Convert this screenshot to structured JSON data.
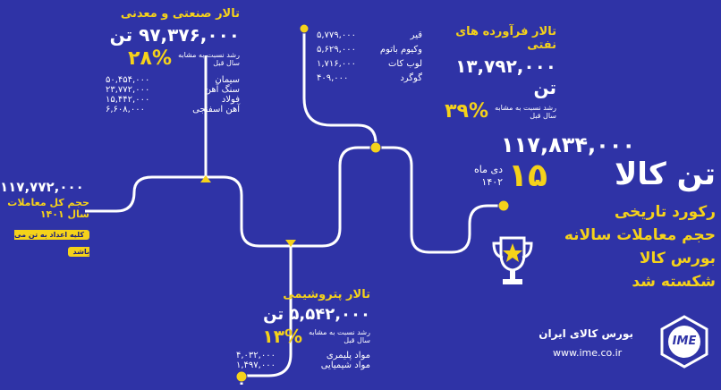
{
  "colors": {
    "background": "#2f33a6",
    "accent": "#f5d21a",
    "text": "#ffffff"
  },
  "icons": {
    "trophy": "trophy-icon",
    "logo": "ime-logo-icon"
  },
  "hall_industrial": {
    "title": "تالار صنعتی و معدنی",
    "amount": "۹۷,۳۷۶,۰۰۰ تن",
    "growth_label": "رشد نسبت به مشابه سال قبل",
    "growth_value": "۲۸%",
    "items": [
      {
        "name": "سیمان",
        "value": "۵۰,۴۵۴,۰۰۰"
      },
      {
        "name": "سنگ آهن",
        "value": "۲۳,۷۷۲,۰۰۰"
      },
      {
        "name": "فولاد",
        "value": "۱۵,۴۴۲,۰۰۰"
      },
      {
        "name": "آهن اسفنجی",
        "value": "۶,۶۰۸,۰۰۰"
      }
    ]
  },
  "hall_oil": {
    "title": "تالار فرآورده های نفتی",
    "amount": "۱۳,۷۹۲,۰۰۰ تن",
    "growth_label": "رشد نسبت به مشابه سال قبل",
    "growth_value": "۳۹%",
    "items": [
      {
        "name": "قیر",
        "value": "۵,۷۷۹,۰۰۰"
      },
      {
        "name": "وکیوم باتوم",
        "value": "۵,۶۲۹,۰۰۰"
      },
      {
        "name": "لوب کات",
        "value": "۱,۷۱۶,۰۰۰"
      },
      {
        "name": "گوگرد",
        "value": "۴۰۹,۰۰۰"
      }
    ]
  },
  "hall_petro": {
    "title": "تالار پتروشیمی",
    "amount": "۵,۵۴۲,۰۰۰ تن",
    "growth_label": "رشد نسبت به مشابه سال قبل",
    "growth_value": "۱۳%",
    "items": [
      {
        "name": "مواد پلیمری",
        "value": "۴,۰۳۲,۰۰۰"
      },
      {
        "name": "مواد شیمیایی",
        "value": "۱,۴۹۷,۰۰۰"
      }
    ]
  },
  "total": {
    "amount": "۱۱۷,۷۷۲,۰۰۰",
    "label": "حجم کل معاملات",
    "year": "سال ۱۴۰۱",
    "note": "کلیه اعداد به تن می باشد"
  },
  "headline": {
    "amount": "۱۱۷,۸۳۴,۰۰۰",
    "unit": "تن کالا",
    "day": "۱۵",
    "month": "دی ماه",
    "year": "۱۴۰۲",
    "lines": [
      "رکورد تاریخی",
      "حجم معاملات سالانه",
      "بورس کالا",
      "شکسته شد"
    ]
  },
  "footer": {
    "org_name": "بورس کالای ایران",
    "website": "www.ime.co.ir",
    "logo_text": "IME"
  }
}
